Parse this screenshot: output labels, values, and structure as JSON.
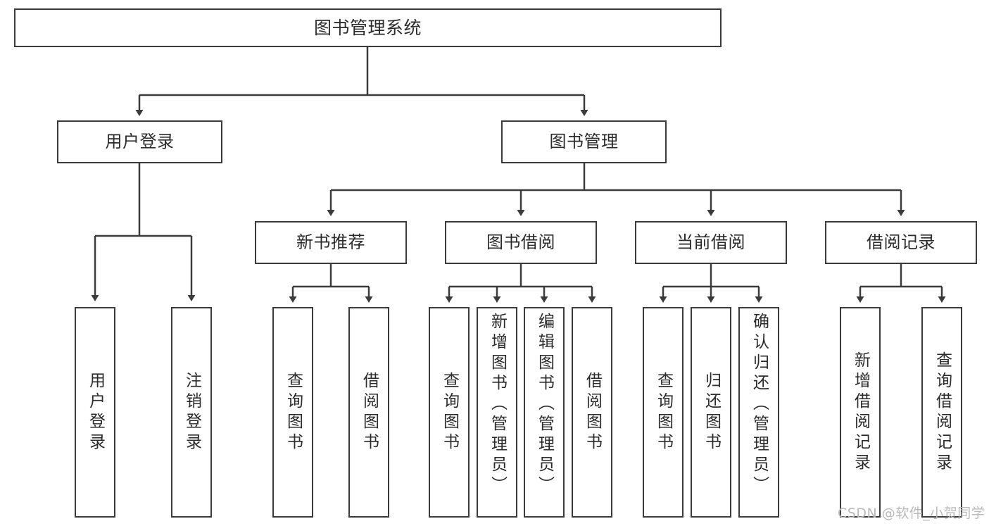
{
  "diagram": {
    "type": "tree-hierarchy",
    "title": "图书管理系统",
    "root": {
      "label": "图书管理系统"
    },
    "level1": [
      {
        "label": "用户登录"
      },
      {
        "label": "图书管理"
      }
    ],
    "level2": [
      {
        "label": "新书推荐"
      },
      {
        "label": "图书借阅"
      },
      {
        "label": "当前借阅"
      },
      {
        "label": "借阅记录"
      }
    ],
    "leaves": {
      "user_login": [
        {
          "label": "用户登录"
        },
        {
          "label": "注销登录"
        }
      ],
      "new_book_recommend": [
        {
          "label": "查询图书"
        },
        {
          "label": "借阅图书"
        }
      ],
      "book_borrow": [
        {
          "label": "查询图书"
        },
        {
          "label": "新增图书（管理员）"
        },
        {
          "label": "编辑图书（管理员）"
        },
        {
          "label": "借阅图书"
        }
      ],
      "current_borrow": [
        {
          "label": "查询图书"
        },
        {
          "label": "归还图书"
        },
        {
          "label": "确认归还（管理员）"
        }
      ],
      "borrow_record": [
        {
          "label": "新增借阅记录"
        },
        {
          "label": "查询借阅记录"
        }
      ]
    }
  },
  "watermark": {
    "text": "CSDN @软件_小贺同学"
  },
  "colors": {
    "stroke": "#3b3b3b",
    "box_fill": "#ffffff",
    "text": "#2b2b2b",
    "watermark": "#b9b9b9",
    "background": "#ffffff"
  }
}
